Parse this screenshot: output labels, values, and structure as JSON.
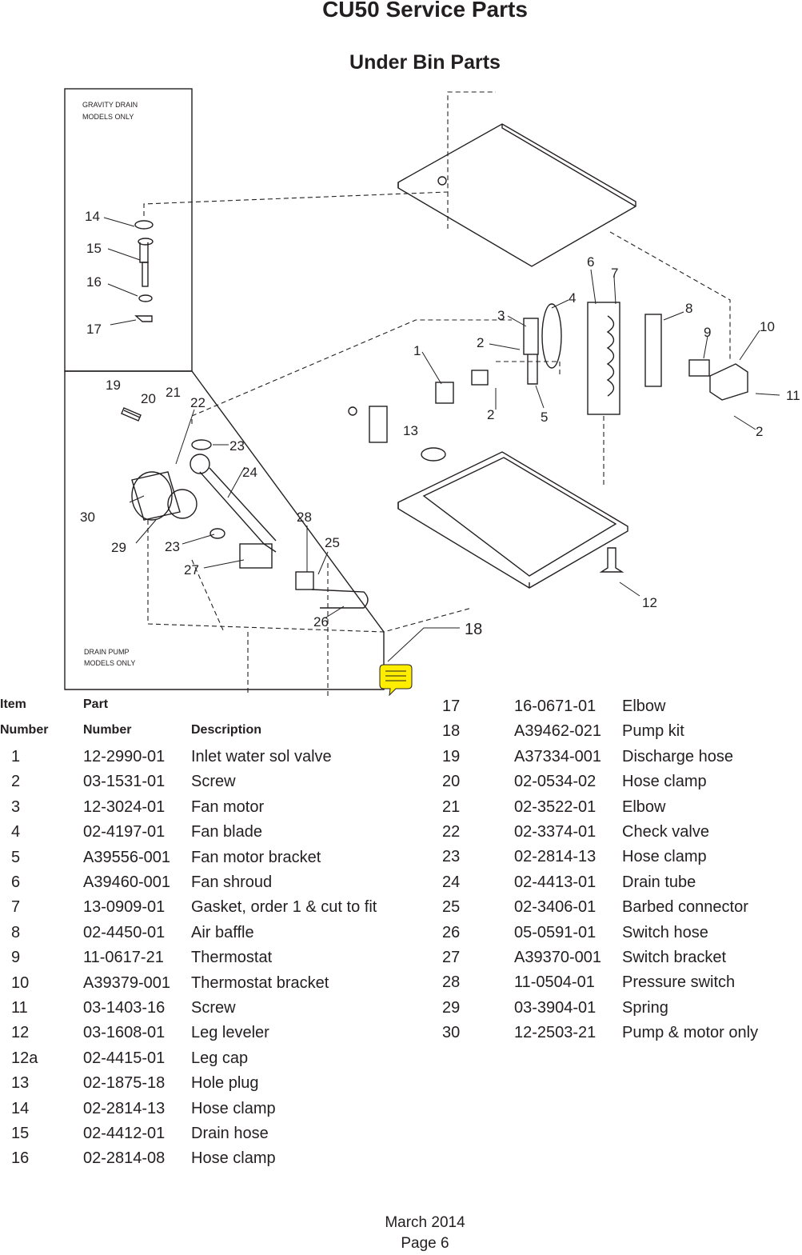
{
  "page": {
    "title": "CU50 Service Parts",
    "section_title": "Under Bin Parts"
  },
  "diagram": {
    "gravity_label_line1": "GRAVITY DRAIN",
    "gravity_label_line2": "MODELS ONLY",
    "pump_label_line1": "DRAIN PUMP",
    "pump_label_line2": "MODELS ONLY",
    "callouts": {
      "c1": "1",
      "c2a": "2",
      "c2b": "2",
      "c2c": "2",
      "c3": "3",
      "c4": "4",
      "c5": "5",
      "c6": "6",
      "c7": "7",
      "c8": "8",
      "c9": "9",
      "c10": "10",
      "c11": "11",
      "c12": "12",
      "c13": "13",
      "c14": "14",
      "c15": "15",
      "c16": "16",
      "c17": "17",
      "c18": "18",
      "c19": "19",
      "c20": "20",
      "c21": "21",
      "c22": "22",
      "c23a": "23",
      "c23b": "23",
      "c24": "24",
      "c25": "25",
      "c26": "26",
      "c27": "27",
      "c28": "28",
      "c29": "29",
      "c30": "30"
    },
    "note_icon": "comment-note-icon"
  },
  "table": {
    "header": {
      "item_line1": "Item",
      "item_line2": "Number",
      "part_line1": "Part",
      "part_line2": "Number",
      "description": "Description"
    },
    "left_rows": [
      {
        "item": "1",
        "part": "12-2990-01",
        "desc": "Inlet water sol valve"
      },
      {
        "item": "2",
        "part": "03-1531-01",
        "desc": "Screw"
      },
      {
        "item": "3",
        "part": "12-3024-01",
        "desc": "Fan motor"
      },
      {
        "item": "4",
        "part": "02-4197-01",
        "desc": "Fan blade"
      },
      {
        "item": "5",
        "part": "A39556-001",
        "desc": "Fan motor bracket"
      },
      {
        "item": "6",
        "part": "A39460-001",
        "desc": "Fan shroud"
      },
      {
        "item": "7",
        "part": "13-0909-01",
        "desc": "Gasket, order 1 & cut to fit"
      },
      {
        "item": "8",
        "part": "02-4450-01",
        "desc": "Air baffle"
      },
      {
        "item": "9",
        "part": "11-0617-21",
        "desc": "Thermostat"
      },
      {
        "item": "10",
        "part": "A39379-001",
        "desc": "Thermostat bracket"
      },
      {
        "item": "11",
        "part": "03-1403-16",
        "desc": "Screw"
      },
      {
        "item": "12",
        "part": "03-1608-01",
        "desc": "Leg leveler"
      },
      {
        "item": "12a",
        "part": "02-4415-01",
        "desc": "Leg cap"
      },
      {
        "item": "13",
        "part": "02-1875-18",
        "desc": "Hole plug"
      },
      {
        "item": "14",
        "part": "02-2814-13",
        "desc": "Hose clamp"
      },
      {
        "item": "15",
        "part": "02-4412-01",
        "desc": "Drain hose"
      },
      {
        "item": "16",
        "part": "02-2814-08",
        "desc": "Hose clamp"
      }
    ],
    "right_rows": [
      {
        "item": "17",
        "part": "16-0671-01",
        "desc": "Elbow"
      },
      {
        "item": "18",
        "part": "A39462-021",
        "desc": "Pump kit"
      },
      {
        "item": "19",
        "part": "A37334-001",
        "desc": "Discharge hose"
      },
      {
        "item": "20",
        "part": "02-0534-02",
        "desc": "Hose clamp"
      },
      {
        "item": "21",
        "part": "02-3522-01",
        "desc": "Elbow"
      },
      {
        "item": "22",
        "part": "02-3374-01",
        "desc": "Check valve"
      },
      {
        "item": "23",
        "part": "02-2814-13",
        "desc": "Hose clamp"
      },
      {
        "item": "24",
        "part": "02-4413-01",
        "desc": "Drain tube"
      },
      {
        "item": "25",
        "part": "02-3406-01",
        "desc": "Barbed connector"
      },
      {
        "item": "26",
        "part": "05-0591-01",
        "desc": "Switch hose"
      },
      {
        "item": "27",
        "part": "A39370-001",
        "desc": "Switch bracket"
      },
      {
        "item": "28",
        "part": "11-0504-01",
        "desc": "Pressure switch"
      },
      {
        "item": "29",
        "part": "03-3904-01",
        "desc": "Spring"
      },
      {
        "item": "30",
        "part": "12-2503-21",
        "desc": "Pump & motor only"
      }
    ]
  },
  "footer": {
    "date": "March 2014",
    "page": "Page 6"
  }
}
